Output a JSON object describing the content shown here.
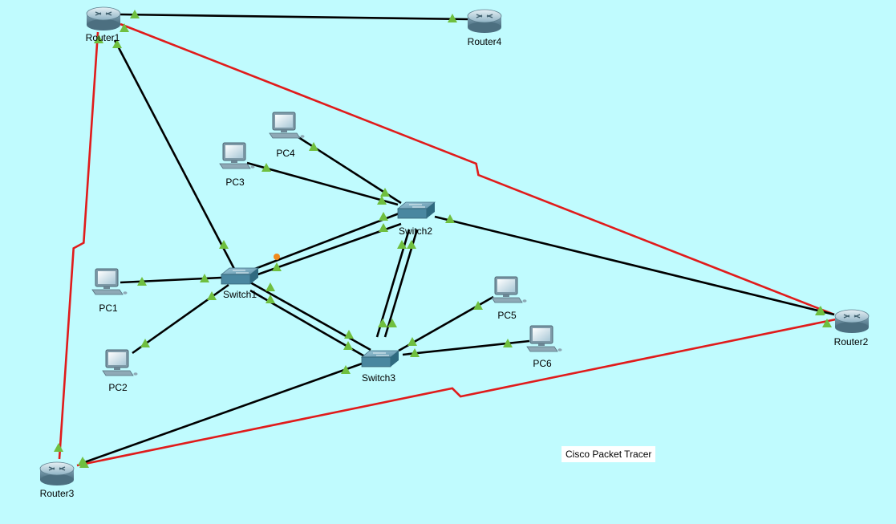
{
  "workspace": {
    "background": "#c0fbfe",
    "watermark": "Cisco Packet Tracer"
  },
  "devices": [
    {
      "id": "router1",
      "label": "Router1",
      "type": "router"
    },
    {
      "id": "router4",
      "label": "Router4",
      "type": "router"
    },
    {
      "id": "router2",
      "label": "Router2",
      "type": "router"
    },
    {
      "id": "router3",
      "label": "Router3",
      "type": "router"
    },
    {
      "id": "switch1",
      "label": "Switch1",
      "type": "switch"
    },
    {
      "id": "switch2",
      "label": "Switch2",
      "type": "switch"
    },
    {
      "id": "switch3",
      "label": "Switch3",
      "type": "switch"
    },
    {
      "id": "pc1",
      "label": "PC1",
      "type": "pc"
    },
    {
      "id": "pc2",
      "label": "PC2",
      "type": "pc"
    },
    {
      "id": "pc3",
      "label": "PC3",
      "type": "pc"
    },
    {
      "id": "pc4",
      "label": "PC4",
      "type": "pc"
    },
    {
      "id": "pc5",
      "label": "PC5",
      "type": "pc"
    },
    {
      "id": "pc6",
      "label": "PC6",
      "type": "pc"
    }
  ],
  "links": [
    {
      "from": "router1",
      "to": "router4",
      "type": "copper-straight",
      "status": "up"
    },
    {
      "from": "router1",
      "to": "router2",
      "type": "serial",
      "status": "up"
    },
    {
      "from": "router1",
      "to": "router3",
      "type": "serial",
      "status": "up"
    },
    {
      "from": "router3",
      "to": "router2",
      "type": "serial",
      "status": "up"
    },
    {
      "from": "router1",
      "to": "switch1",
      "type": "copper-straight",
      "status": "up"
    },
    {
      "from": "router3",
      "to": "switch3",
      "type": "copper-straight",
      "status": "up"
    },
    {
      "from": "router2",
      "to": "switch2",
      "type": "copper-straight",
      "status": "up"
    },
    {
      "from": "pc4",
      "to": "switch2",
      "type": "copper-straight",
      "status": "up"
    },
    {
      "from": "pc3",
      "to": "switch2",
      "type": "copper-straight",
      "status": "up"
    },
    {
      "from": "pc1",
      "to": "switch1",
      "type": "copper-straight",
      "status": "up"
    },
    {
      "from": "pc2",
      "to": "switch1",
      "type": "copper-straight",
      "status": "up"
    },
    {
      "from": "pc5",
      "to": "switch3",
      "type": "copper-straight",
      "status": "up"
    },
    {
      "from": "pc6",
      "to": "switch3",
      "type": "copper-straight",
      "status": "up"
    },
    {
      "from": "switch1",
      "to": "switch2",
      "type": "copper-crossover",
      "status": "blocking"
    },
    {
      "from": "switch1",
      "to": "switch2",
      "type": "copper-crossover",
      "status": "up"
    },
    {
      "from": "switch1",
      "to": "switch3",
      "type": "copper-crossover",
      "status": "up"
    },
    {
      "from": "switch1",
      "to": "switch3",
      "type": "copper-crossover",
      "status": "up"
    },
    {
      "from": "switch2",
      "to": "switch3",
      "type": "copper-crossover",
      "status": "up"
    },
    {
      "from": "switch2",
      "to": "switch3",
      "type": "copper-crossover",
      "status": "up"
    }
  ],
  "colors": {
    "copper": "#000000",
    "serial": "#e01b1b",
    "link_up": "#6fbf3f",
    "link_blocking": "#f08a1c"
  }
}
